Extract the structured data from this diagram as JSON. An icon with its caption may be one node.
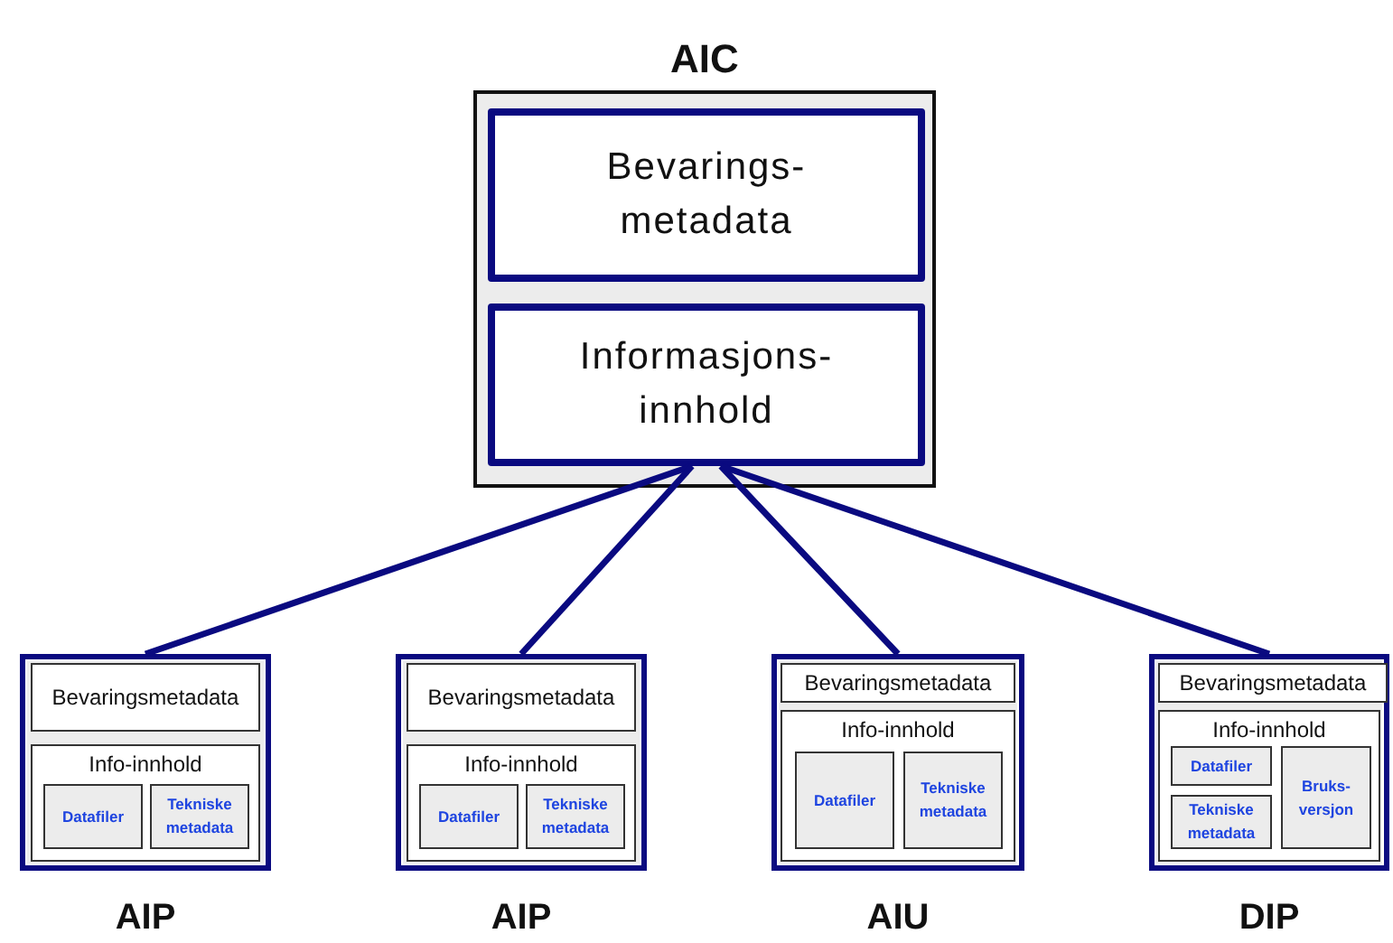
{
  "diagram": {
    "nodes": [
      {
        "text": [
          "AIC"
        ]
      },
      {
        "text": [
          "Bevarings- metadata"
        ],
        "in": 0
      },
      {
        "text": [
          "Informasjons- innhold"
        ],
        "in": 0
      },
      {
        "text": [
          "AIP"
        ]
      },
      {
        "text": [
          "Bevaringsmetadata"
        ],
        "in": 3
      },
      {
        "text": [
          "Info-innhold"
        ],
        "in": 3
      },
      {
        "text": [
          "Datafiler"
        ],
        "in": 5
      },
      {
        "text": [
          "Tekniske metadata"
        ],
        "in": 5
      },
      {
        "text": [
          "AIP"
        ]
      },
      {
        "text": [
          "Bevaringsmetadata"
        ],
        "in": 8
      },
      {
        "text": [
          "Info-innhold"
        ],
        "in": 8
      },
      {
        "text": [
          "Datafiler"
        ],
        "in": 10
      },
      {
        "text": [
          "Tekniske metadata"
        ],
        "in": 10
      },
      {
        "text": [
          "AIU"
        ]
      },
      {
        "text": [
          "Bevaringsmetadata"
        ],
        "in": 13
      },
      {
        "text": [
          "Info-innhold"
        ],
        "in": 13
      },
      {
        "text": [
          "Datafiler"
        ],
        "in": 15
      },
      {
        "text": [
          "Tekniske metadata"
        ],
        "in": 15
      },
      {
        "text": [
          "DIP"
        ]
      },
      {
        "text": [
          "Bevaringsmetadata"
        ],
        "in": 18
      },
      {
        "text": [
          "Info-innhold"
        ],
        "in": 18
      },
      {
        "text": [
          "Datafiler"
        ],
        "in": 20
      },
      {
        "text": [
          "Tekniske metadata"
        ],
        "in": 20
      },
      {
        "text": [
          "Bruks- versjon"
        ],
        "in": 20
      }
    ],
    "edges": [
      {
        "from": 2,
        "to": 3,
        "arrow": "none"
      },
      {
        "from": 2,
        "to": 8,
        "arrow": "none"
      },
      {
        "from": 2,
        "to": 13,
        "arrow": "none"
      },
      {
        "from": 2,
        "to": 18,
        "arrow": "none"
      }
    ]
  }
}
